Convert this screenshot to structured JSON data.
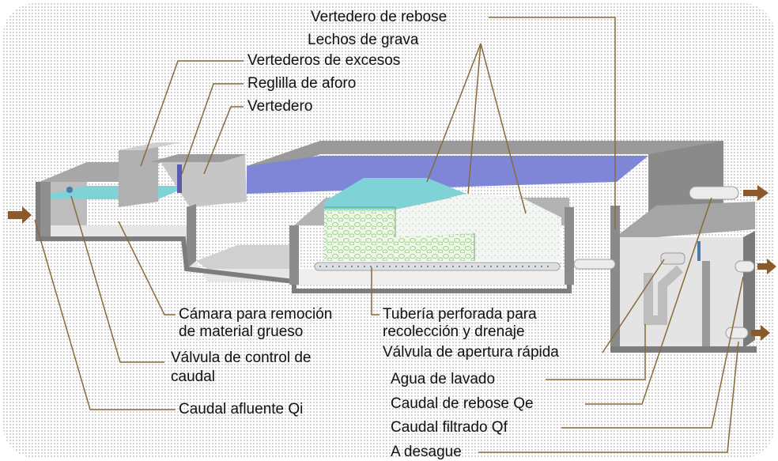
{
  "labels": {
    "vertedero_rebose": "Vertedero de rebose",
    "lechos_grava": "Lechos de grava",
    "vertederos_excesos": "Vertederos de excesos",
    "reglilla_aforo": "Reglilla de aforo",
    "vertedero": "Vertedero",
    "camara_line1": "Cámara para remoción",
    "camara_line2": "de material grueso",
    "tuberia_line1": "Tubería perforada para",
    "tuberia_line2": "recolección y drenaje",
    "valvula_control_line1": "Válvula de control de",
    "valvula_control_line2": "caudal",
    "valvula_apertura": "Válvula de apertura rápida",
    "agua_lavado": "Agua de lavado",
    "caudal_afluente": "Caudal afluente Qi",
    "caudal_rebose": "Caudal de rebose Qe",
    "caudal_filtrado": "Caudal filtrado Qf",
    "a_desague": "A desague"
  },
  "colors": {
    "leader": "#8a6a3a",
    "wall_gray": "#8f8f8f",
    "wall_dark": "#6a6a6a",
    "water_blue": "#7f86d8",
    "water_cyan": "#7fd2d6",
    "gravel_green": "#d8f0c8",
    "arrow_brown": "#8a5a2a"
  }
}
